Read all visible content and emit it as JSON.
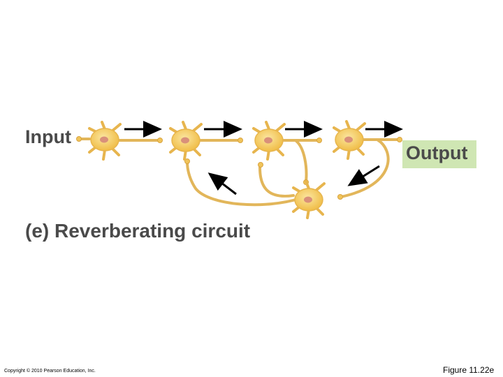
{
  "diagram": {
    "input_label": "Input",
    "output_label": "Output",
    "caption": "(e) Reverberating circuit",
    "colors": {
      "neuron_fill": "#f2c85c",
      "neuron_stroke": "#d9a441",
      "axon": "#e2b65a",
      "nucleus": "#d9907a",
      "arrow": "#000000",
      "output_bg": "#cfe6b3",
      "text": "#4a4a4a"
    }
  },
  "footer": {
    "copyright": "Copyright © 2010 Pearson Education, Inc.",
    "figure_number": "Figure 11.22e"
  }
}
